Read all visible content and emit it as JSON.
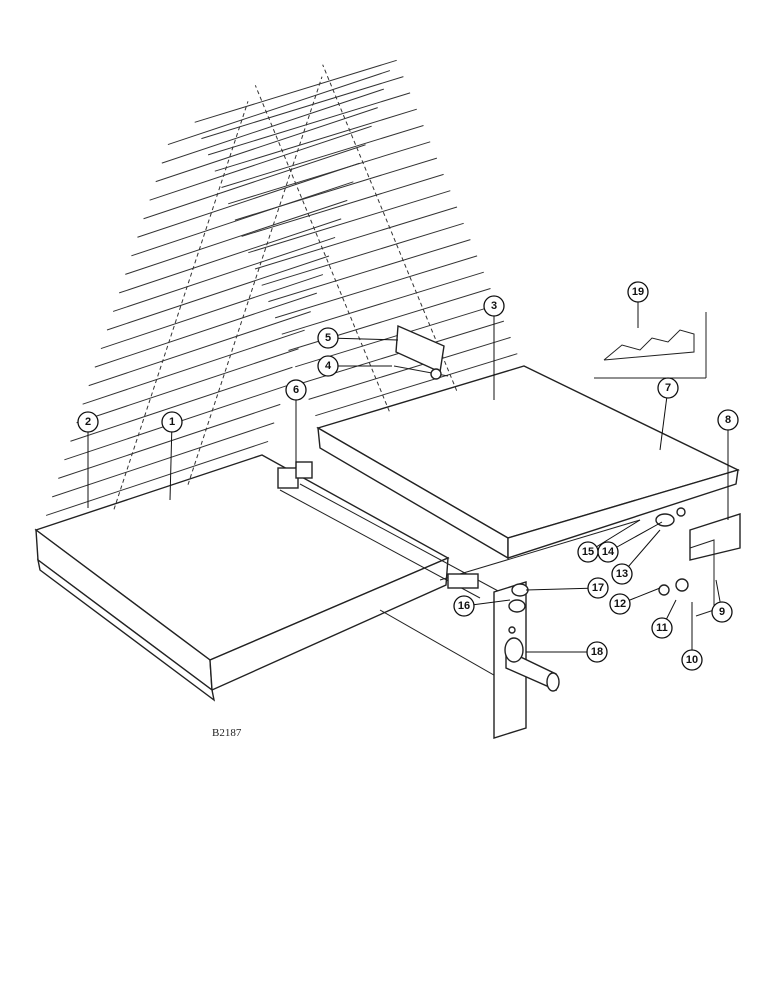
{
  "diagram": {
    "drawing_code": "B2187",
    "callouts": [
      "1",
      "2",
      "3",
      "4",
      "5",
      "6",
      "7",
      "8",
      "9",
      "10",
      "11",
      "12",
      "13",
      "14",
      "15",
      "16",
      "17",
      "18",
      "19"
    ]
  }
}
